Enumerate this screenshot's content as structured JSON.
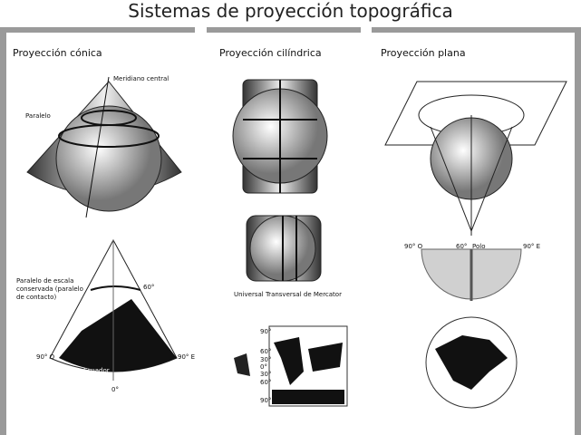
{
  "title": "Sistemas de proyección topográfica",
  "panels": {
    "conica": {
      "heading": "Proyección cónica",
      "meridiano": "Meridiano central",
      "paralelo": "Paralelo",
      "paralelo_escala": "Paralelo de escala conservada (paralelo de contacto)",
      "lat60": "60°",
      "w90": "90° O",
      "e90": "90° E",
      "ecuador": "Ecuador",
      "lon0": "0°"
    },
    "cilindrica": {
      "heading": "Proyección cilíndrica",
      "utm": "Universal Transversal de Mercator",
      "lats": [
        "90°",
        "60°",
        "30°",
        "0°",
        "30°",
        "60°",
        "90°"
      ]
    },
    "plana": {
      "heading": "Proyección plana",
      "w90": "90° O",
      "lat60": "60°",
      "polo": "Polo",
      "e90": "90° E"
    }
  },
  "colors": {
    "frame": "#9a9a9a",
    "land": "#111111",
    "fan": "#d0d0d0"
  }
}
